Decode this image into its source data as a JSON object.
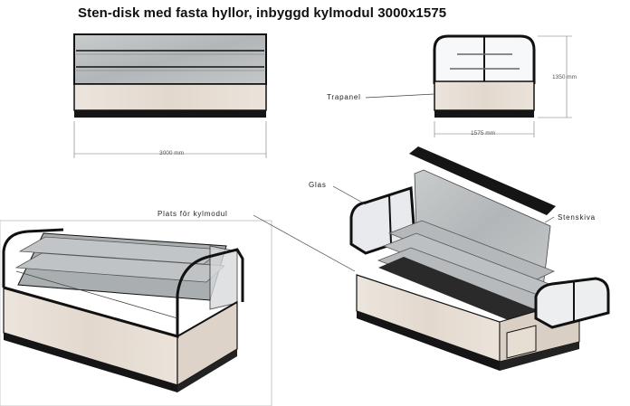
{
  "title": "Sten-disk med fasta hyllor, inbyggd kylmodul 3000x1575",
  "labels": {
    "trapanel": "Trapanel",
    "glas": "Glas",
    "stenskiva": "Stenskiva",
    "plats_for_kylmodul": "Plats för kylmodul"
  },
  "dimensions": {
    "width": "3000 mm",
    "depth": "1575 mm",
    "height": "1350 mm"
  },
  "colors": {
    "frame": "#151515",
    "stone": "#b9bdbf",
    "wood_panel": "#e9e1d9",
    "glass": "#eef0f2"
  }
}
